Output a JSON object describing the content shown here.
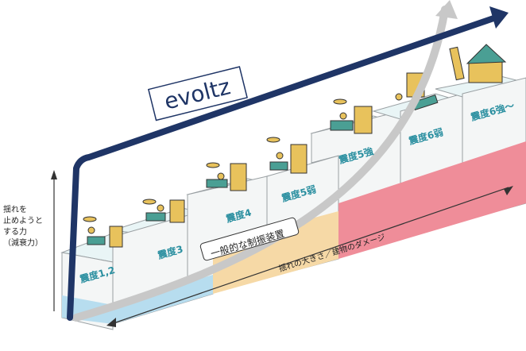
{
  "brand": {
    "logo_text": "evoltz"
  },
  "y_axis": {
    "caption_lines": [
      "揺れを",
      "止めようと",
      "する力",
      "（減衰力）"
    ]
  },
  "x_axis": {
    "caption": "揺れの大きさ／建物のダメージ"
  },
  "general_damper_label": "一般的な制振装置",
  "steps": [
    {
      "label": "震度1,2"
    },
    {
      "label": "震度3"
    },
    {
      "label": "震度4"
    },
    {
      "label": "震度5弱"
    },
    {
      "label": "震度5強"
    },
    {
      "label": "震度6弱"
    },
    {
      "label": "震度6強〜"
    }
  ],
  "colors": {
    "evoltz_arrow": "#1f3566",
    "general_arrow": "#c8c8c8",
    "blue_band": "#b7ddef",
    "orange_band": "#f6d9a6",
    "red_band": "#ef8d99",
    "step_label": "#2a8fa0",
    "block_top": "#e9f5f6",
    "block_face": "#f4f6f6",
    "block_line": "#9aa0a3"
  }
}
